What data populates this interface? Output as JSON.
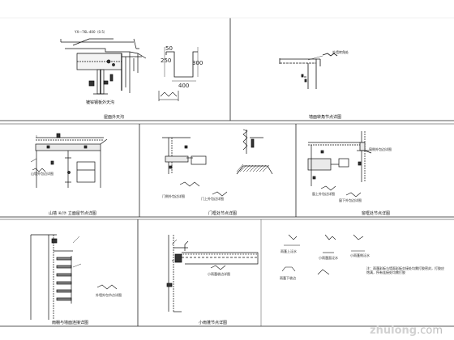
{
  "panels": {
    "p1": {
      "caption": "镀锌钢板外天沟",
      "label_gutter": "镀锌钢板外天沟"
    },
    "p1_top": {
      "caption": "屋面外天沟"
    },
    "p2": {
      "caption": "墙面转角节点详图",
      "note": "外墙转角处"
    },
    "p3": {
      "caption": "山墙 ④/⑦ 立面屋节点详图",
      "note": "山墙外包边详图"
    },
    "p4": {
      "caption": "门框处节点详图",
      "note1": "门侧外包边详图",
      "note2": "门上外包边详图"
    },
    "p5": {
      "caption": "窗框处节点详图",
      "note1": "窗侧外包边详图",
      "note2": "窗上外包边详图",
      "note3": "窗下外包边详图"
    },
    "p6": {
      "caption": "雨棚与墙面连接详图",
      "note": "外墙外包节点详图"
    },
    "p7": {
      "caption": "小雨蓬节点详图",
      "note1": "小雨蓬收边详图",
      "note2": "雨蓬上泛水",
      "note3": "小雨蓬面泛水",
      "note4": "小雨蓬侧泛水",
      "note5": "雨蓬下收边"
    },
    "p8": {
      "note_text": "注：雨蓬彩板与墙面彩板交接处均需打胶密封，打胶应饱满，所有连接处均需打胶"
    }
  },
  "dims": {
    "d50": "50",
    "d250": "250",
    "d300": "300",
    "d400": "400",
    "d_top": "YX—76L-400（0.5）"
  },
  "watermark": {
    "brand": "zhulong",
    "suffix": ".com"
  }
}
